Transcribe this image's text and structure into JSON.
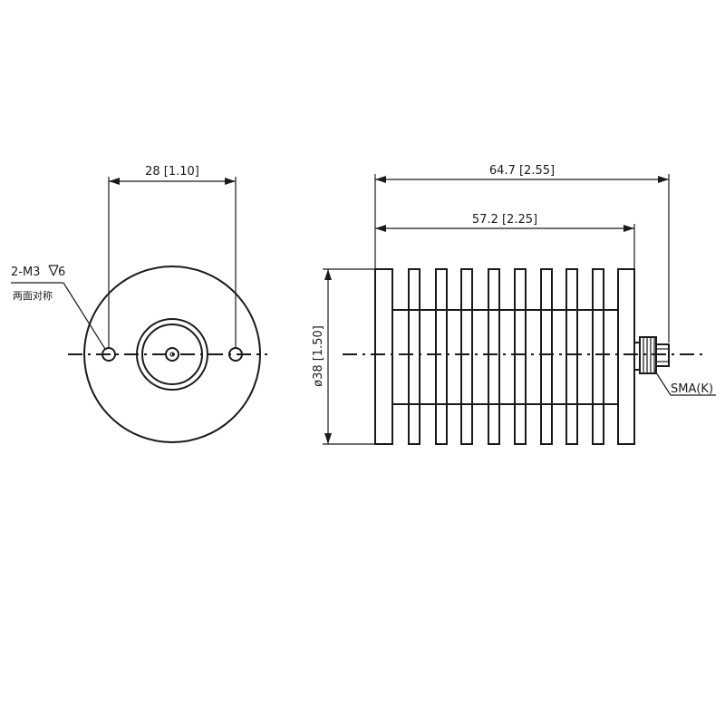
{
  "front_view": {
    "hole_spacing_label": "28 [1.10]",
    "hole_callout_label": "2-M3",
    "hole_callout_depth": "6",
    "hole_callout_note": "两面对称"
  },
  "side_view": {
    "overall_length_label": "64.7 [2.55]",
    "body_length_label": "57.2 [2.25]",
    "diameter_label": "ø38 [1.50]",
    "connector_label": "SMA(K)"
  }
}
